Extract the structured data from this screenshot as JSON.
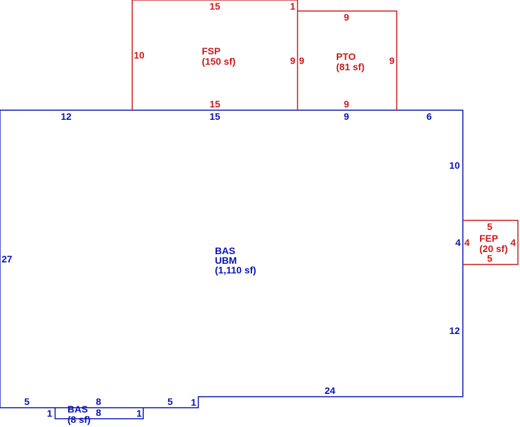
{
  "colors": {
    "main": "#0a14b4",
    "addition": "#cc1a1a"
  },
  "areas": {
    "main": {
      "code": "BAS",
      "sub": "UBM",
      "area": "(1,110 sf)"
    },
    "bump": {
      "code": "BAS",
      "area": "(8 sf)"
    },
    "fsp": {
      "code": "FSP",
      "area": "(150 sf)"
    },
    "pto": {
      "code": "PTO",
      "area": "(81 sf)"
    },
    "fep": {
      "code": "FEP",
      "area": "(20 sf)"
    }
  },
  "dims": {
    "main_top_left": "12",
    "main_top_mid": "15",
    "main_top_right_mid": "9",
    "main_top_right": "6",
    "main_right_upper": "10",
    "main_right_mid": "4",
    "main_right_lower": "12",
    "main_left": "27",
    "main_bottom_right": "24",
    "main_bottom_left": "5",
    "main_bottom_mid": "5",
    "main_bottom_step": "1",
    "bump_top": "8",
    "bump_bottom": "8",
    "bump_left": "1",
    "bump_right": "1",
    "fsp_top": "15",
    "fsp_bottom": "15",
    "fsp_left": "10",
    "fsp_right": "9",
    "fsp_step": "1",
    "pto_top": "9",
    "pto_bottom": "9",
    "pto_left": "9",
    "pto_right": "9",
    "fep_top": "5",
    "fep_bottom": "5",
    "fep_left": "4",
    "fep_right": "4"
  }
}
